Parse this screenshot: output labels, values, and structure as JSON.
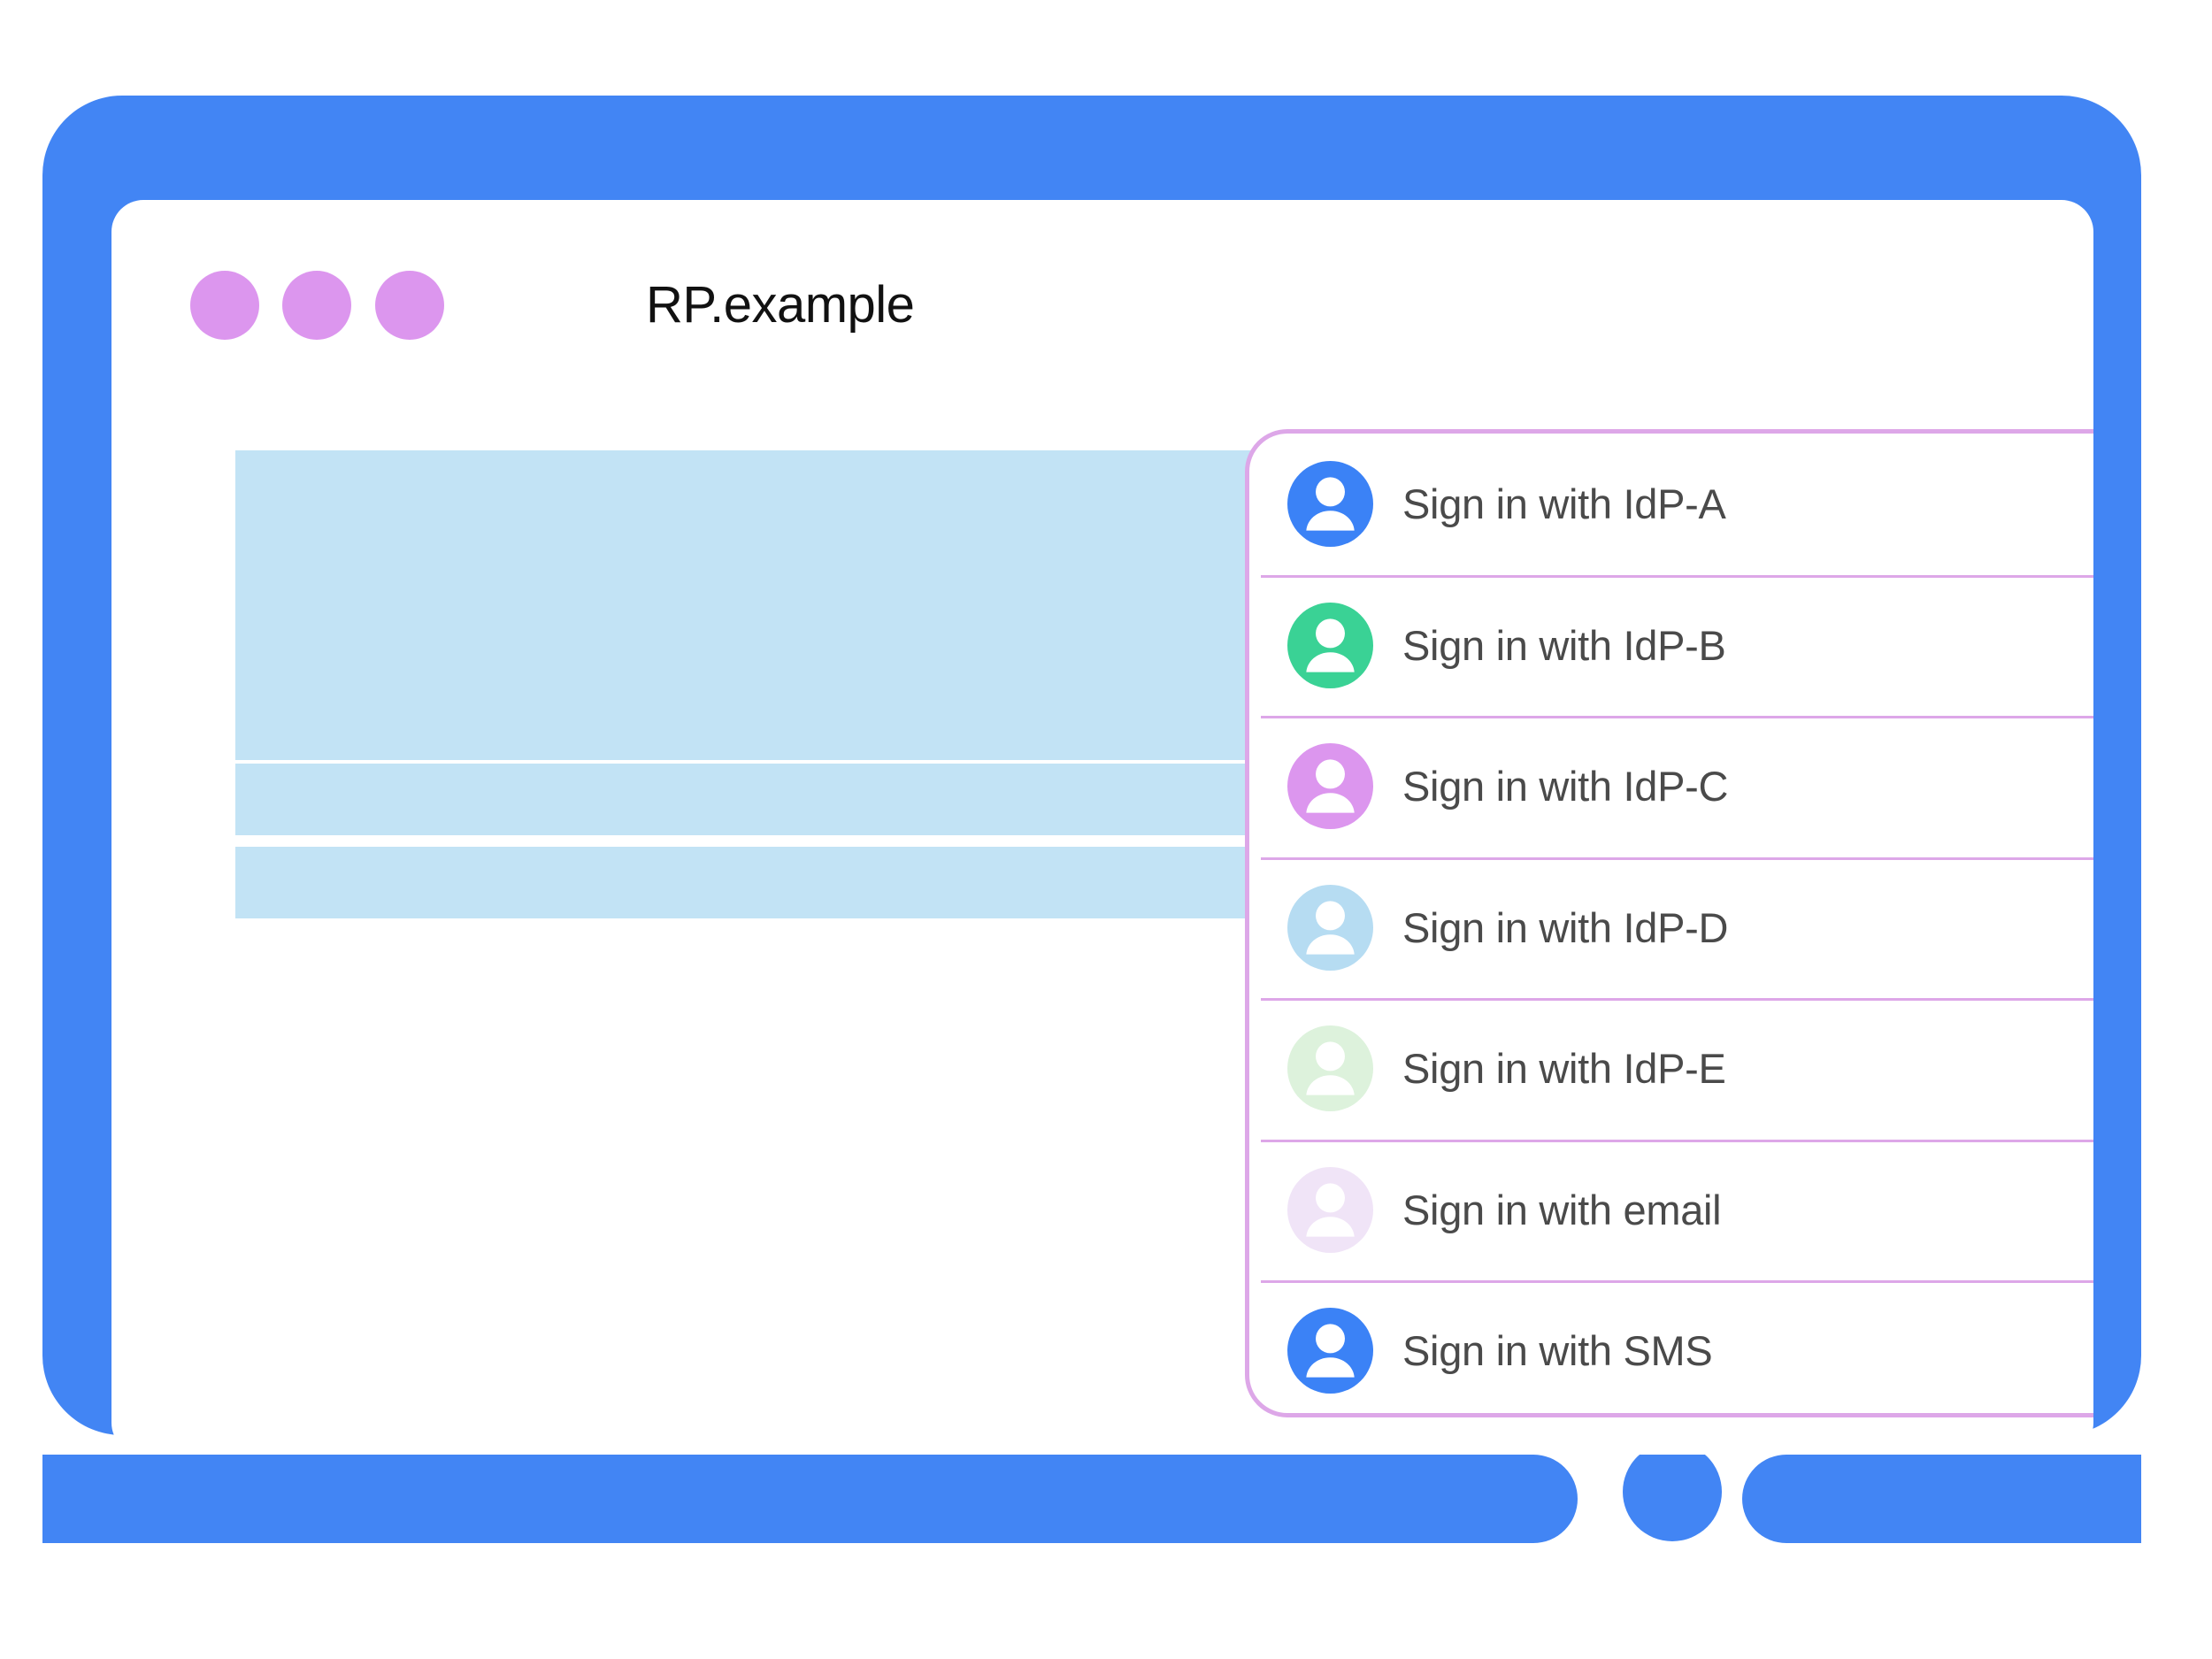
{
  "window": {
    "title": "RP.example",
    "frame_color": "#4285f4",
    "traffic_dots": [
      {
        "name": "window-dot-1",
        "color": "#dc96ee"
      },
      {
        "name": "window-dot-2",
        "color": "#dc96ee"
      },
      {
        "name": "window-dot-3",
        "color": "#dc96ee"
      }
    ],
    "home_button_label": "home-button"
  },
  "content": {
    "placeholder_color": "#c2e3f5",
    "blocks": [
      {
        "name": "content-hero-placeholder"
      },
      {
        "name": "content-line-placeholder-1"
      },
      {
        "name": "content-line-placeholder-2"
      },
      {
        "name": "content-line-placeholder-3"
      },
      {
        "name": "content-line-placeholder-4"
      }
    ]
  },
  "signin_panel": {
    "border_color": "#dda7e8",
    "divider_color": "#dda7e8",
    "text_color": "#4a4a4a",
    "options": [
      {
        "label": "Sign in with IdP-A",
        "avatar_color": "#3b82f6",
        "icon": "person-avatar-icon"
      },
      {
        "label": "Sign in with IdP-B",
        "avatar_color": "#3ad295",
        "icon": "person-avatar-icon"
      },
      {
        "label": "Sign in with IdP-C",
        "avatar_color": "#dc96ee",
        "icon": "person-avatar-icon"
      },
      {
        "label": "Sign in with IdP-D",
        "avatar_color": "#b6dcf2",
        "icon": "person-avatar-icon"
      },
      {
        "label": "Sign in with IdP-E",
        "avatar_color": "#ddf2dc",
        "icon": "person-avatar-icon"
      },
      {
        "label": "Sign in with email",
        "avatar_color": "#f0e4f7",
        "icon": "person-avatar-icon"
      },
      {
        "label": "Sign in with SMS",
        "avatar_color": "#3b82f6",
        "icon": "person-avatar-icon"
      }
    ]
  }
}
